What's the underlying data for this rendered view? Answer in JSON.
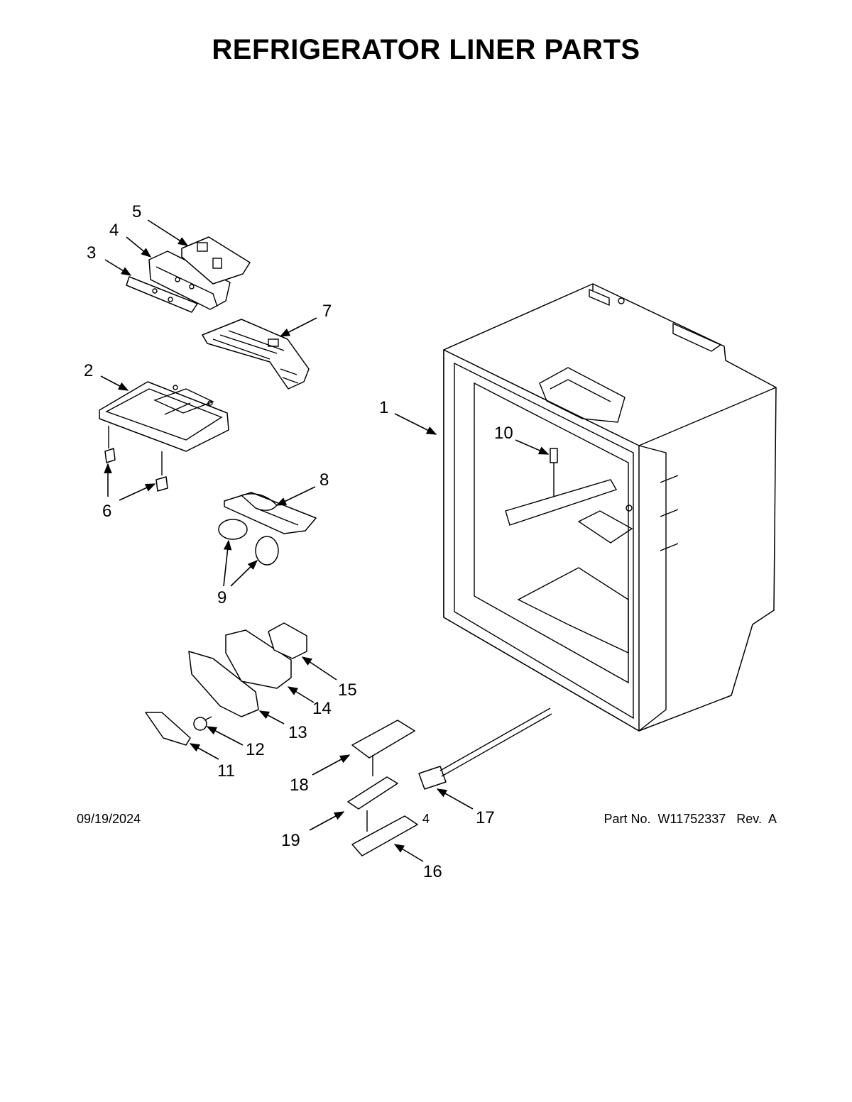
{
  "title": "REFRIGERATOR LINER PARTS",
  "callouts": [
    "1",
    "2",
    "3",
    "4",
    "5",
    "6",
    "7",
    "8",
    "9",
    "10",
    "11",
    "12",
    "13",
    "14",
    "15",
    "16",
    "17",
    "18",
    "19"
  ],
  "footer": {
    "date": "09/19/2024",
    "page": "4",
    "part_no": "Part No.  W11752337   Rev.  A"
  }
}
